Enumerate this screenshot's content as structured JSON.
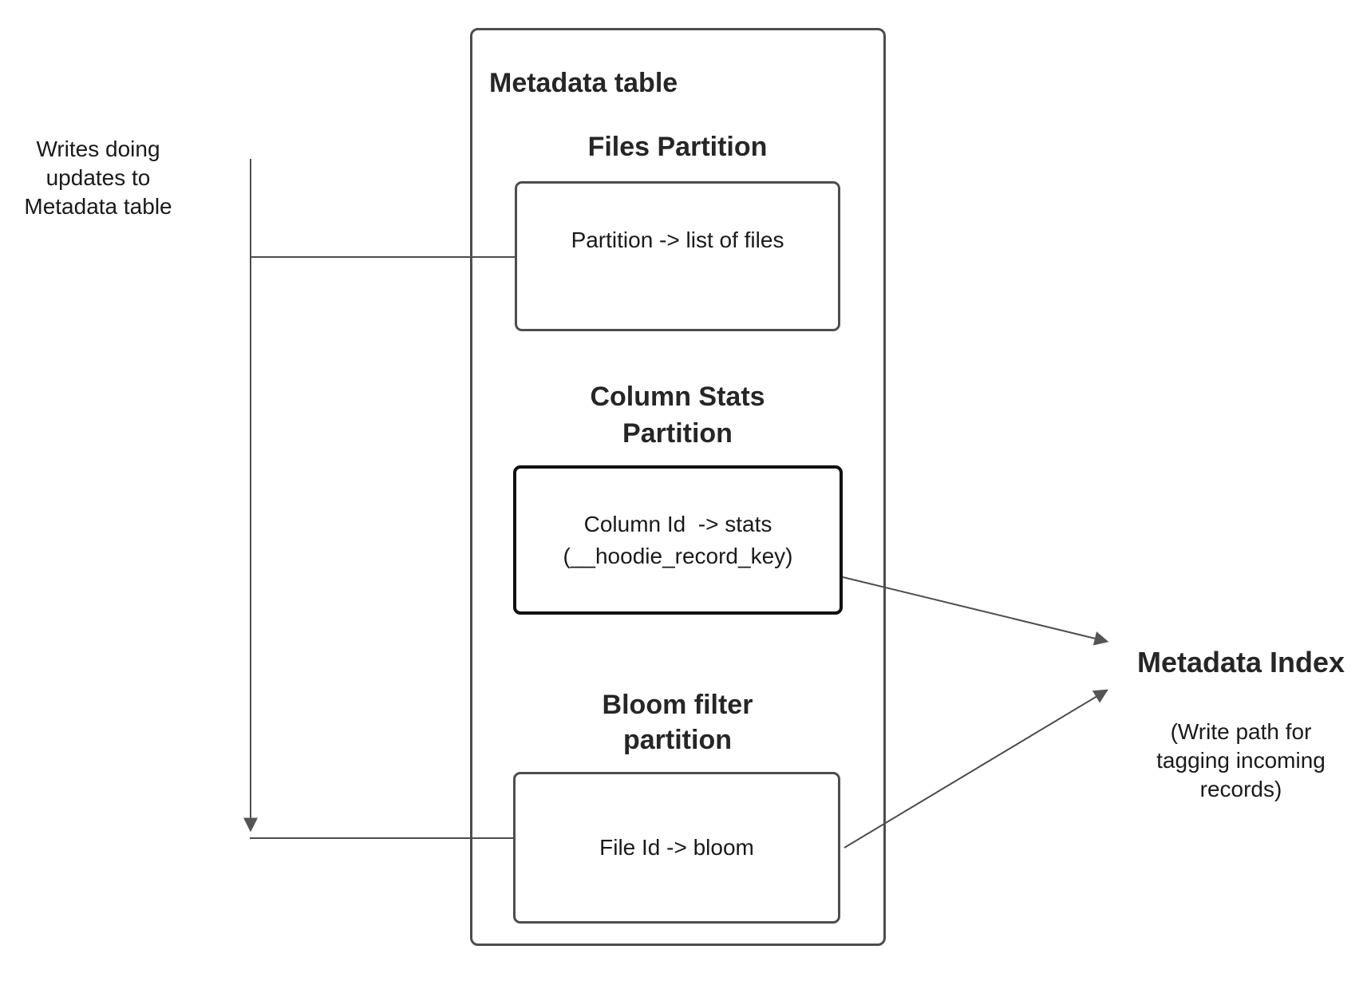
{
  "left_note": {
    "text": "Writes doing\nupdates to\nMetadata table"
  },
  "metadata_table": {
    "title": "Metadata table",
    "partitions": [
      {
        "heading": "Files Partition",
        "box_text": "Partition -> list of files"
      },
      {
        "heading": "Column Stats\nPartition",
        "box_text": "Column Id  -> stats\n(__hoodie_record_key)"
      },
      {
        "heading": "Bloom filter\npartition",
        "box_text": "File Id -> bloom"
      }
    ]
  },
  "metadata_index": {
    "title": "Metadata Index",
    "subtitle": "(Write path for\ntagging incoming\nrecords)"
  },
  "colors": {
    "line": "#4d4d4d",
    "strong_border": "#111111",
    "text": "#1a1a1a"
  }
}
